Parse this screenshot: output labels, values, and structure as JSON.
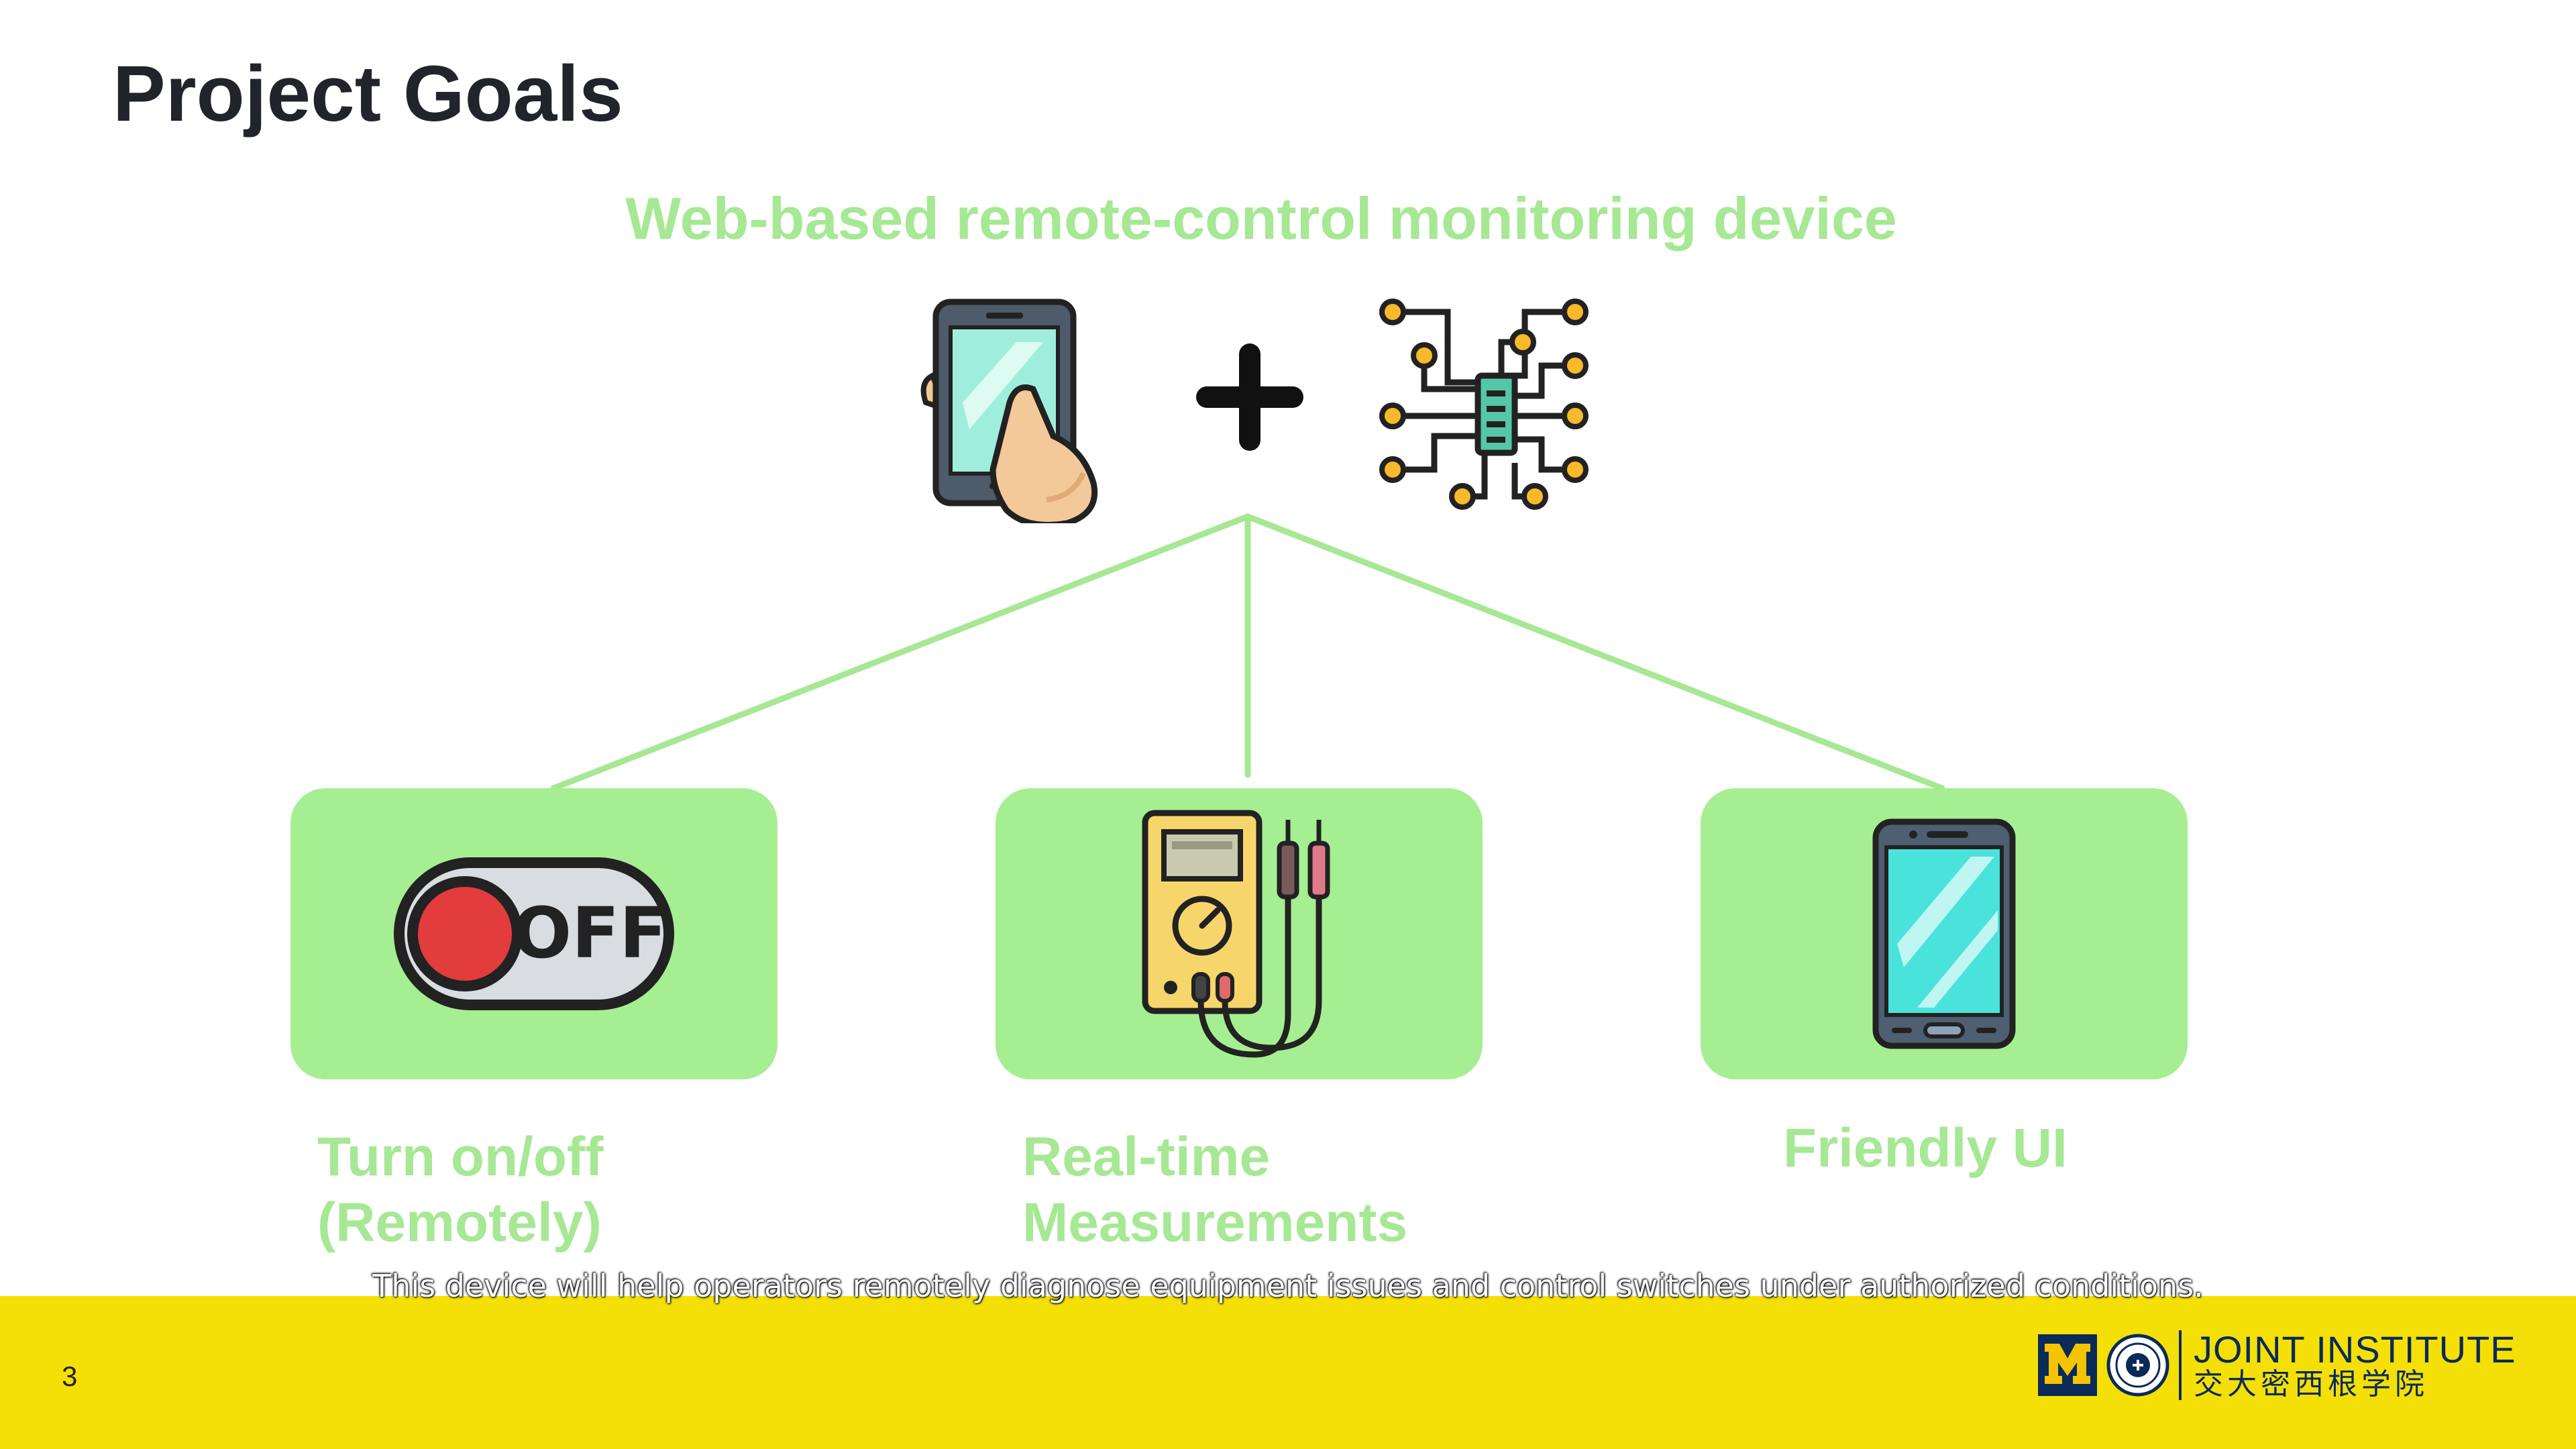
{
  "slide": {
    "title": "Project Goals",
    "subtitle": "Web-based remote-control monitoring device",
    "page_number": "3"
  },
  "top_icons": [
    "hand-phone-icon",
    "plus-icon",
    "circuit-chip-icon"
  ],
  "goals": [
    {
      "icon": "off-switch-icon",
      "label_line1": "Turn on/off",
      "label_line2": "(Remotely)"
    },
    {
      "icon": "multimeter-icon",
      "label_line1": "Real-time",
      "label_line2": "Measurements"
    },
    {
      "icon": "smartphone-icon",
      "label_line1": "Friendly UI",
      "label_line2": ""
    }
  ],
  "caption": "This device will help operators remotely diagnose equipment issues and control switches under authorized conditions.",
  "footer": {
    "logo_block_letter": "M",
    "logo_text_en": "JOINT INSTITUTE",
    "logo_text_cn": "交大密西根学院"
  },
  "colors": {
    "accent_green": "#a6e894",
    "card_green": "#a6ee92",
    "footer_yellow": "#f4e006",
    "title_dark": "#22242b"
  }
}
